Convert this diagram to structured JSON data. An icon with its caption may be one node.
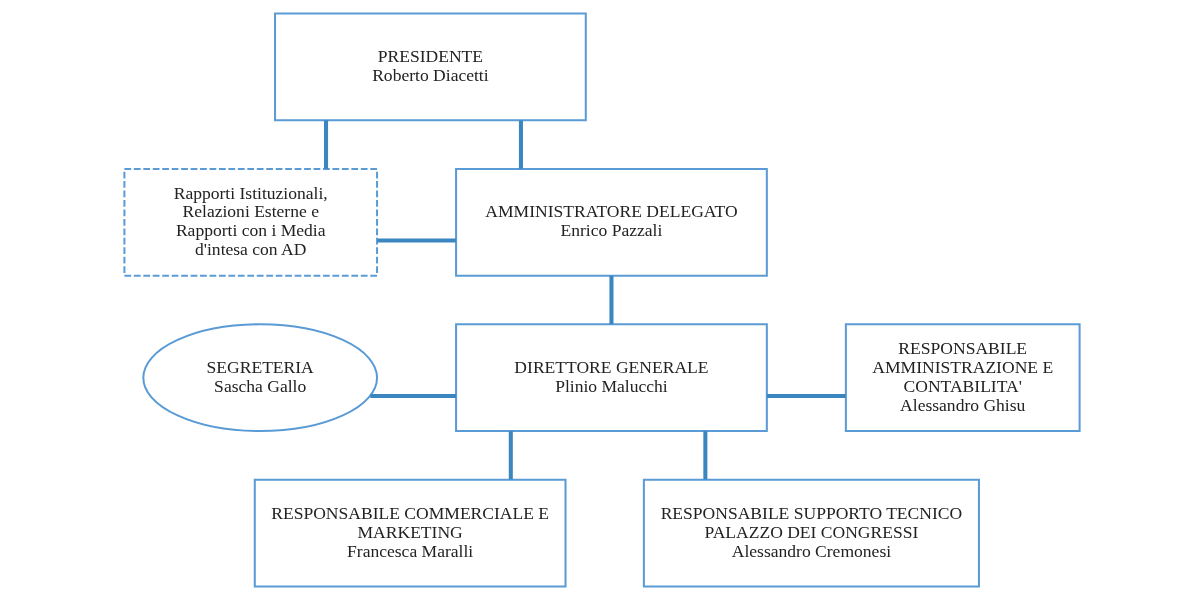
{
  "diagram": {
    "nodes": [
      {
        "text": [
          "PRESIDENTE",
          "Roberto Diacetti"
        ]
      },
      {
        "text": [
          "Rapporti Istituzionali, Relazioni Esterne e Rapporti con i Media d'intesa con AD"
        ]
      },
      {
        "text": [
          "AMMINISTRATORE DELEGATO",
          "Enrico Pazzali"
        ]
      },
      {
        "text": [
          "SEGRETERIA",
          "Sascha Gallo"
        ]
      },
      {
        "text": [
          "DIRETTORE GENERALE",
          "Plinio Malucchi"
        ]
      },
      {
        "text": [
          "RESPONSABILE AMMINISTRAZIONE E CONTABILITA'",
          "Alessandro Ghisu"
        ]
      },
      {
        "text": [
          "RESPONSABILE COMMERCIALE E MARKETING",
          "Francesca Maralli"
        ]
      },
      {
        "text": [
          "RESPONSABILE SUPPORTO TECNICO PALAZZO DEI CONGRESSI",
          "Alessandro Cremonesi"
        ]
      }
    ],
    "edges": [
      {
        "from": 0,
        "to": 1,
        "arrow": "none"
      },
      {
        "from": 1,
        "to": 2,
        "arrow": "none"
      },
      {
        "from": 0,
        "to": 2,
        "arrow": "none"
      },
      {
        "from": 2,
        "to": 4,
        "arrow": "none"
      },
      {
        "from": 3,
        "to": 4,
        "arrow": "none"
      },
      {
        "from": 4,
        "to": 5,
        "arrow": "none"
      },
      {
        "from": 4,
        "to": 6,
        "arrow": "none"
      },
      {
        "from": 4,
        "to": 7,
        "arrow": "none"
      }
    ]
  }
}
